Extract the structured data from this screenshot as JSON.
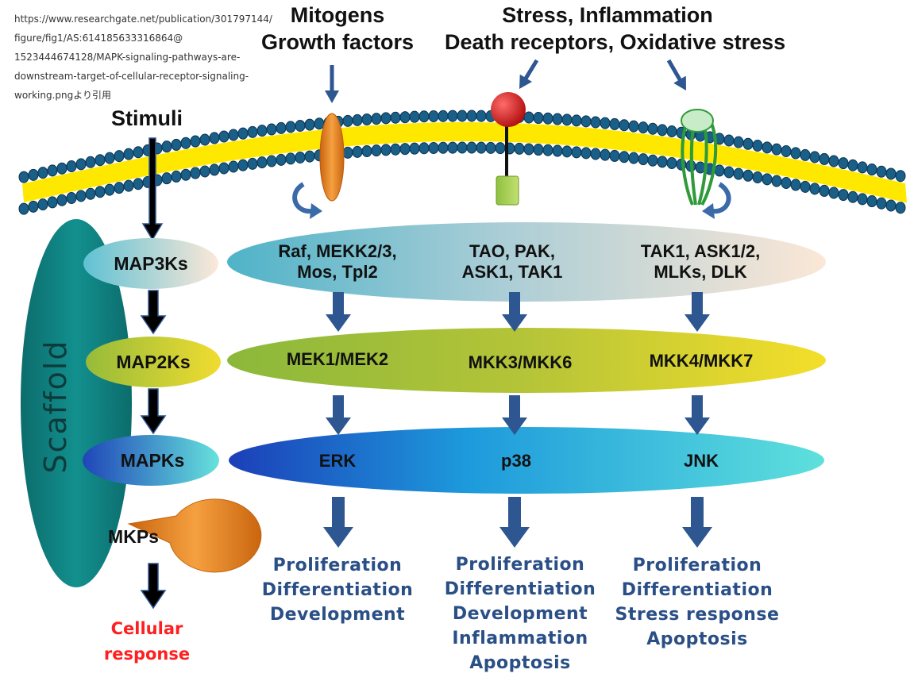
{
  "source_note": [
    "https://www.researchgate.net/publication/301797144/",
    "figure/fig1/AS:614185633316864@",
    "1523444674128/MAPK-signaling-pathways-are-",
    "downstream-target-of-cellular-receptor-signaling-",
    "working.pngより引用"
  ],
  "stimuli": {
    "label": "Stimuli",
    "mitogens": [
      "Mitogens",
      "Growth factors"
    ],
    "stress": [
      "Stress, Inflammation",
      "Death receptors, Oxidative stress"
    ]
  },
  "scaffold_label": "Scaffold",
  "levels": {
    "map3k": "MAP3Ks",
    "map2k": "MAP2Ks",
    "mapk": "MAPKs",
    "mkp": "MKPs"
  },
  "cellular_response": [
    "Cellular",
    "response"
  ],
  "pathways": [
    {
      "map3k": [
        "Raf, MEKK2/3,",
        "Mos, Tpl2"
      ],
      "map2k": "MEK1/MEK2",
      "mapk": "ERK",
      "outcomes": [
        "Proliferation",
        "Differentiation",
        "Development"
      ]
    },
    {
      "map3k": [
        "TAO, PAK,",
        "ASK1, TAK1"
      ],
      "map2k": "MKK3/MKK6",
      "mapk": "p38",
      "outcomes": [
        "Proliferation",
        "Differentiation",
        "Development",
        "Inflammation",
        "Apoptosis"
      ]
    },
    {
      "map3k": [
        "TAK1, ASK1/2,",
        "MLKs, DLK"
      ],
      "map2k": "MKK4/MKK7",
      "mapk": "JNK",
      "outcomes": [
        "Proliferation",
        "Differentiation",
        "Stress response",
        "Apoptosis"
      ]
    }
  ],
  "colors": {
    "arrow_blue": "#2e5690",
    "arrow_black": "#000000",
    "scaffold": "#0f7f7f",
    "membrane_head": "#1a5f88",
    "membrane_tail": "#ffe800",
    "receptor_orange": "#f08a1d",
    "receptor_red": "#d01818",
    "receptor_green": "#3f9f3f",
    "mkp_orange": "#ee8a24",
    "outcome_text": "#2a4f86",
    "response_text": "#ff1f1f"
  }
}
